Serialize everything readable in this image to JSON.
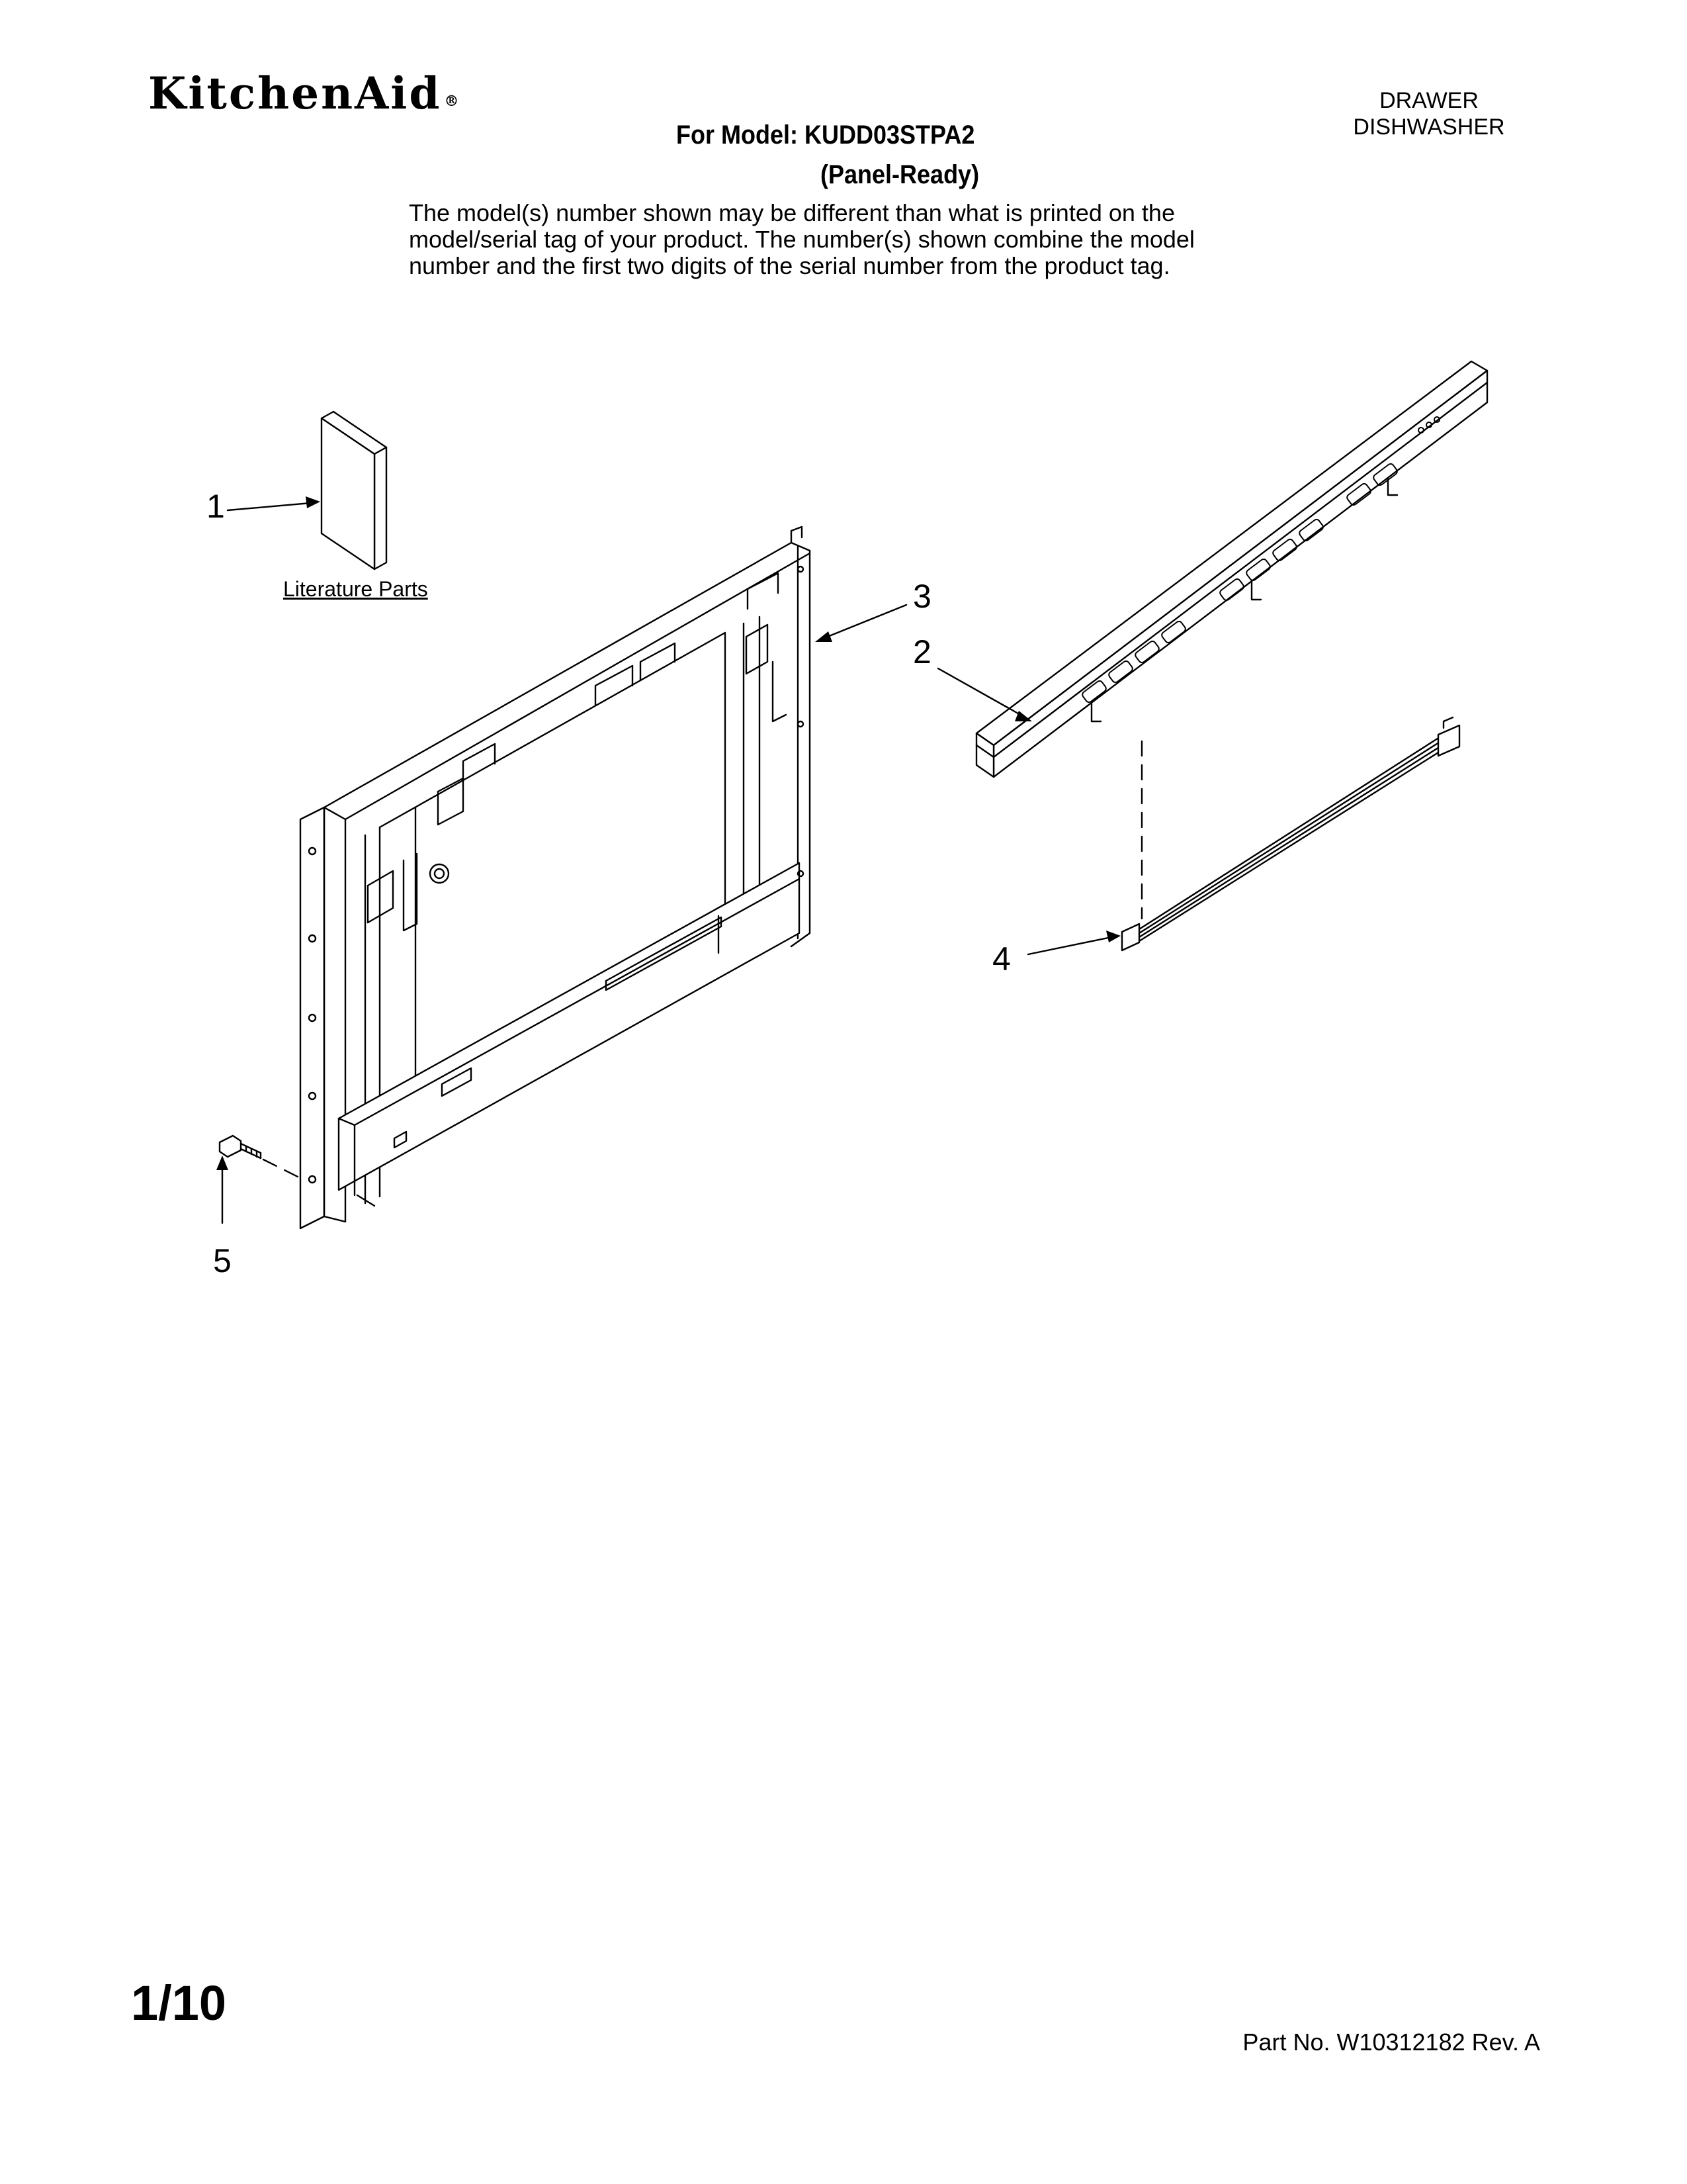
{
  "header": {
    "brand": "KitchenAid",
    "brand_mark": "®",
    "category_line1": "DRAWER",
    "category_line2": "DISHWASHER",
    "model_line": "For Model: KUDD03STPA2",
    "variant": "(Panel-Ready)",
    "notice_lines": [
      "The model(s) number shown may be different than what is printed on the",
      "model/serial tag of your product. The number(s) shown combine the model",
      "number and the first two digits of the serial number from the product tag."
    ]
  },
  "diagram": {
    "literature_label": "Literature Parts",
    "callouts": [
      "1",
      "2",
      "3",
      "4",
      "5"
    ]
  },
  "footer": {
    "page": "1/10",
    "part_number": "Part No. W10312182 Rev. A"
  }
}
